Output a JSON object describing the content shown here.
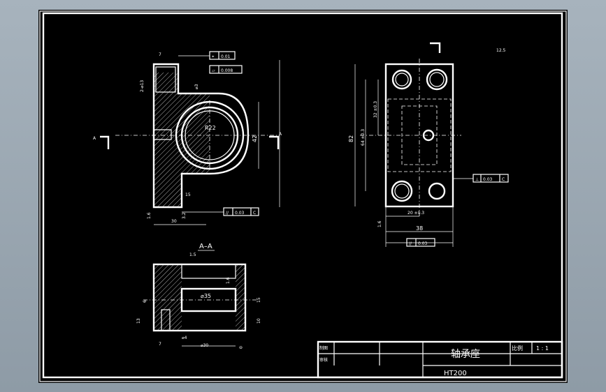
{
  "drawing": {
    "section_label": "A–A",
    "cut_marker": "A",
    "front_view": {
      "hole_pattern": "2-⌀13",
      "hole_small": "⌀3",
      "radius": "R22",
      "height_dim": "42",
      "depth_dim": "7",
      "ream_dim": "15",
      "width_dim": "30",
      "tol_symbol": "⌖",
      "tol_value": "0.01",
      "flat_symbol": "▱",
      "flat_value": "0.008",
      "par_symbol": "//",
      "par_value": "0.03",
      "datum": "C",
      "roughness_1": "1.6",
      "roughness_2": "3.2"
    },
    "side_view": {
      "overall_height": "82",
      "hole_spacing": "64 ±0.3",
      "inner_height": "32 ±0.3",
      "hole_center": "20 ±0.3",
      "overall_width": "38",
      "perp_symbol": "⊥",
      "perp_value": "0.03",
      "par_symbol": "//",
      "par_value": "0.03",
      "datum": "C",
      "roughness": "1.6",
      "roughness_top": "12.5"
    },
    "section_view": {
      "bore": "⌀35",
      "bore_tol": "⌀30",
      "pin_hole": "⌀4",
      "dim_13": "13",
      "dim_15": "15",
      "dim_10": "10",
      "dim_7": "7",
      "dim_6": "6",
      "roughness": "1.6",
      "chamfer": "1.5",
      "datum_mark": "⊖"
    }
  },
  "title_block": {
    "part_name": "轴承座",
    "material": "HT200",
    "scale_label": "比例",
    "scale_value": "1 : 1",
    "row1_label": "制图",
    "row2_label": "审核"
  }
}
